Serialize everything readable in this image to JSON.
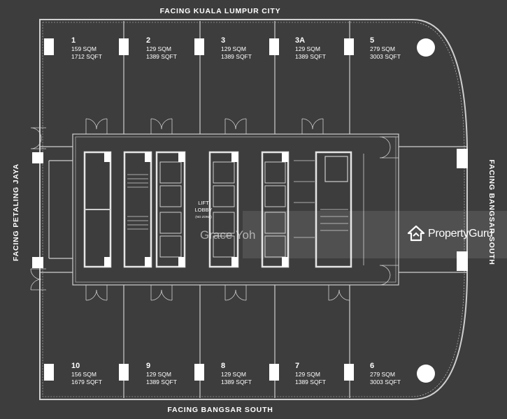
{
  "facing": {
    "top": "FACING KUALA LUMPUR CITY",
    "bottom": "FACING BANGSAR SOUTH",
    "left": "FACING PETALING JAYA",
    "right": "FACING BANGSAR SOUTH"
  },
  "units": [
    {
      "num": "1",
      "sqm": "159 SQM",
      "sqft": "1712 SQFT"
    },
    {
      "num": "2",
      "sqm": "129 SQM",
      "sqft": "1389 SQFT"
    },
    {
      "num": "3",
      "sqm": "129 SQM",
      "sqft": "1389 SQFT"
    },
    {
      "num": "3A",
      "sqm": "129 SQM",
      "sqft": "1389 SQFT"
    },
    {
      "num": "5",
      "sqm": "279 SQM",
      "sqft": "3003 SQFT"
    },
    {
      "num": "10",
      "sqm": "156 SQM",
      "sqft": "1679 SQFT"
    },
    {
      "num": "9",
      "sqm": "129 SQM",
      "sqft": "1389 SQFT"
    },
    {
      "num": "8",
      "sqm": "129 SQM",
      "sqft": "1389 SQFT"
    },
    {
      "num": "7",
      "sqm": "129 SQM",
      "sqft": "1389 SQFT"
    },
    {
      "num": "6",
      "sqm": "279 SQM",
      "sqft": "3003 SQFT"
    }
  ],
  "lobby": {
    "title_1": "LIFT",
    "title_2": "LOBBY",
    "sub": "(NO ZONE)"
  },
  "watermark": {
    "agent": "Grace Yoh",
    "brand": "PropertyGuru"
  }
}
